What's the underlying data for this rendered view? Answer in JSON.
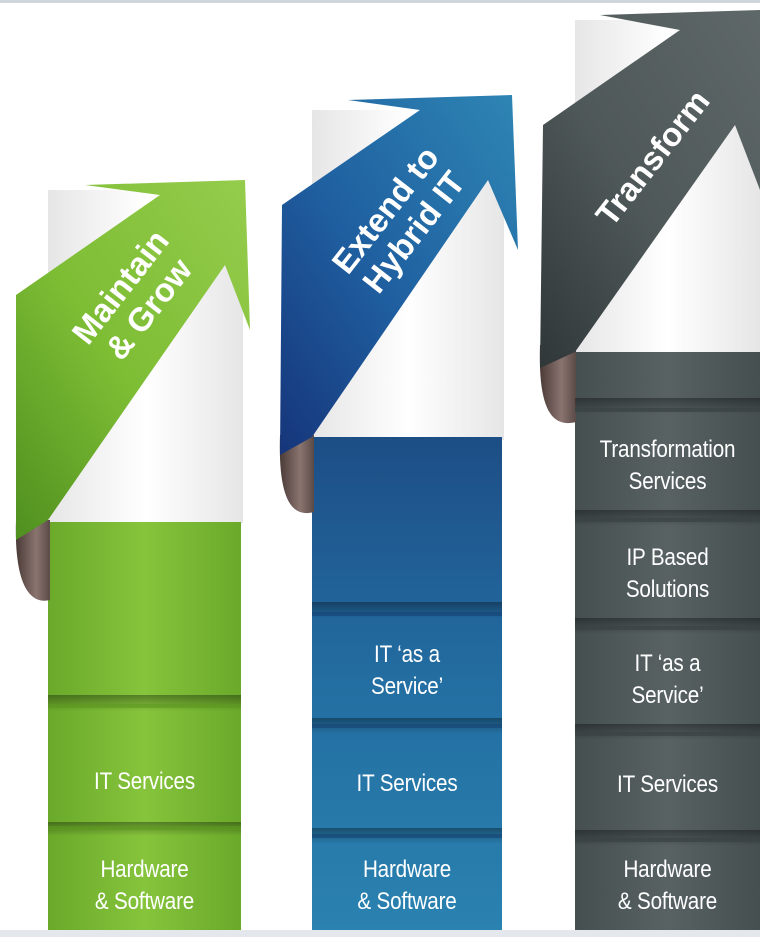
{
  "columns": [
    {
      "title_lines": [
        "Maintain",
        "& Grow"
      ],
      "segments": [
        {
          "lines": [
            "IT Services"
          ]
        },
        {
          "lines": [
            "Hardware",
            "& Software"
          ]
        }
      ],
      "color": "#7ab833"
    },
    {
      "title_lines": [
        "Extend to",
        "Hybrid IT"
      ],
      "segments": [
        {
          "lines": [
            "IT ‘as a",
            "Service’"
          ]
        },
        {
          "lines": [
            "IT Services"
          ]
        },
        {
          "lines": [
            "Hardware",
            "& Software"
          ]
        }
      ],
      "color": "#1f6fa0"
    },
    {
      "title_lines": [
        "Transform"
      ],
      "segments": [
        {
          "lines": [
            "Transformation",
            "Services"
          ]
        },
        {
          "lines": [
            "IP Based",
            "Solutions"
          ]
        },
        {
          "lines": [
            "IT ‘as a",
            "Service’"
          ]
        },
        {
          "lines": [
            "IT Services"
          ]
        },
        {
          "lines": [
            "Hardware",
            "& Software"
          ]
        }
      ],
      "color": "#505a5b"
    }
  ]
}
